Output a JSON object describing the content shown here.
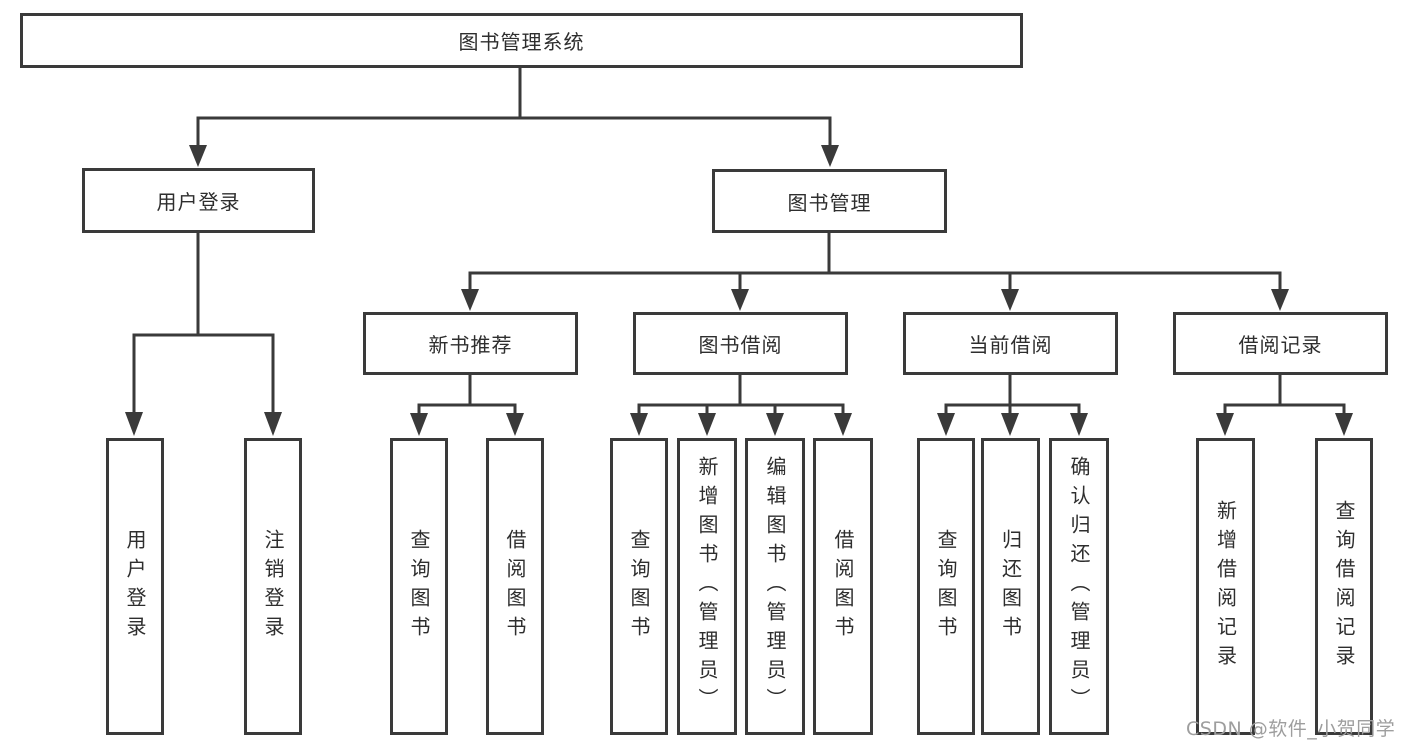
{
  "tree": {
    "root": {
      "label": "图书管理系统"
    },
    "branches": [
      {
        "label": "用户登录",
        "children": [
          {
            "label": "用户登录"
          },
          {
            "label": "注销登录"
          }
        ]
      },
      {
        "label": "图书管理",
        "children": [
          {
            "label": "新书推荐",
            "children": [
              {
                "label": "查询图书"
              },
              {
                "label": "借阅图书"
              }
            ]
          },
          {
            "label": "图书借阅",
            "children": [
              {
                "label": "查询图书"
              },
              {
                "label": "新增图书（管理员）"
              },
              {
                "label": "编辑图书（管理员）"
              },
              {
                "label": "借阅图书"
              }
            ]
          },
          {
            "label": "当前借阅",
            "children": [
              {
                "label": "查询图书"
              },
              {
                "label": "归还图书"
              },
              {
                "label": "确认归还（管理员）"
              }
            ]
          },
          {
            "label": "借阅记录",
            "children": [
              {
                "label": "新增借阅记录"
              },
              {
                "label": "查询借阅记录"
              }
            ]
          }
        ]
      }
    ]
  },
  "watermark": {
    "text": "CSDN @软件_小贺同学"
  },
  "colors": {
    "line": "#3a3a3a",
    "text": "#2e2e2e",
    "watermark": "#9e9e9e",
    "bg": "#ffffff"
  }
}
